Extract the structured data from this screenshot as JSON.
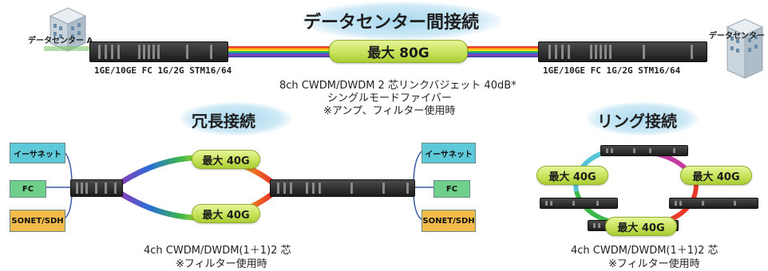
{
  "top": {
    "title": "データセンター間接続",
    "site_a": "データセンター A",
    "site_b": "データセンター B",
    "capacity": "最大 80G",
    "interfaces_left": "1GE/10GE  FC 1G/2G  STM16/64",
    "interfaces_right": "1GE/10GE  FC 1G/2G  STM16/64",
    "caption_line1": "8ch CWDM/DWDM 2 芯リンクバジェット 40dB*",
    "caption_line2": "シングルモードファイバー",
    "caption_line3": "※アンプ、フィルター使用時"
  },
  "redundant": {
    "title": "冗長接続",
    "capacity_top": "最大 40G",
    "capacity_bottom": "最大 40G",
    "left_boxes": [
      "イーサネット",
      "FC",
      "SONET/SDH"
    ],
    "right_boxes": [
      "イーサネット",
      "FC",
      "SONET/SDH"
    ],
    "caption_line1": "4ch CWDM/DWDM(1＋1)2 芯",
    "caption_line2": "※フィルター使用時"
  },
  "ring": {
    "title": "リング接続",
    "capacity_left": "最大 40G",
    "capacity_right": "最大 40G",
    "capacity_bottom": "最大 40G",
    "caption_line1": "4ch CWDM/DWDM(1＋1)2 芯",
    "caption_line2": "※フィルター使用時"
  },
  "colors": {
    "pill": "#c7e35a",
    "ethernet_box": "#5ec9d8",
    "fc_box": "#6ed08a",
    "sonet_box": "#f2bb4a",
    "cloud": "#a9d8ef"
  }
}
